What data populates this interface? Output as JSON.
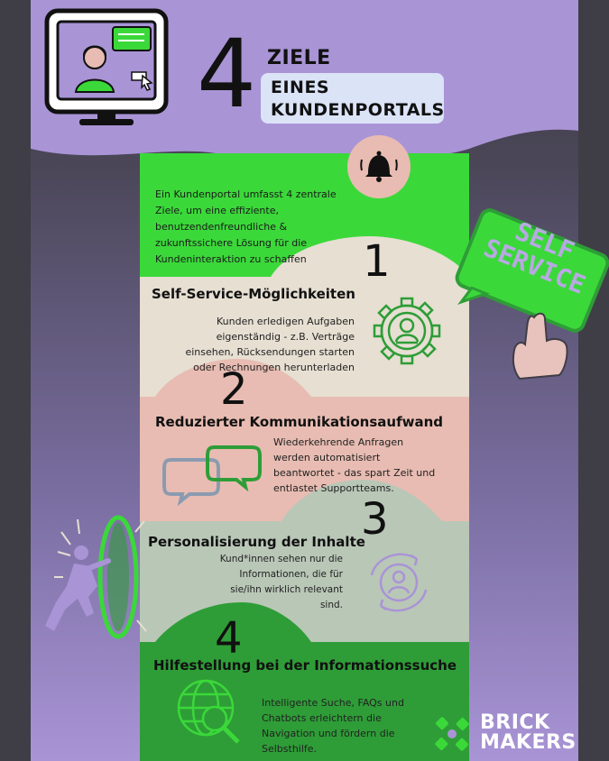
{
  "header": {
    "number": "4",
    "word1": "ZIELE",
    "word2": "EINES",
    "word3": "KUNDENPORTALS"
  },
  "intro": "Ein Kundenportal umfasst 4 zentrale Ziele, um eine effiziente, benutzendenfreundliche & zukunftssichere Lösung für die Kundeninteraktion zu schaffen",
  "sections": [
    {
      "number": "1",
      "heading": "Self-Service-Möglichkeiten",
      "text": "Kunden erledigen Aufgaben eigenständig - z.B. Verträge einsehen, Rücksendungen starten oder Rechnungen herunterladen"
    },
    {
      "number": "2",
      "heading": "Reduzierter Kommunikationsaufwand",
      "text": "Wiederkehrende Anfragen werden automatisiert beantwortet - das spart Zeit und entlastet Supportteams."
    },
    {
      "number": "3",
      "heading": "Personalisierung der Inhalte",
      "text": "Kund*innen sehen nur die Informationen, die für sie/ihn wirklich relevant sind."
    },
    {
      "number": "4",
      "heading": "Hilfestellung bei der Informationssuche",
      "text": "Intelligente Suche, FAQs und Chatbots erleichtern die Navigation und fördern die Selbsthilfe."
    }
  ],
  "sign": {
    "line1": "SELF",
    "line2": "SERVICE"
  },
  "brand": {
    "line1": "BRICK",
    "line2": "MAKERS"
  },
  "icons": [
    "monitor-support-icon",
    "bell-icon",
    "user-gear-icon",
    "chat-bubbles-icon",
    "user-refresh-icon",
    "globe-search-icon",
    "pointing-hand-icon",
    "runner-portal-icon",
    "brickmakers-logo-icon"
  ],
  "colors": {
    "purple": "#a994d6",
    "green": "#3bd83a",
    "darkGreen": "#2d9a36",
    "beige": "#e6dfd2",
    "pink": "#e8bcb2",
    "sage": "#b9c7b7",
    "dark": "#3f3d46"
  }
}
